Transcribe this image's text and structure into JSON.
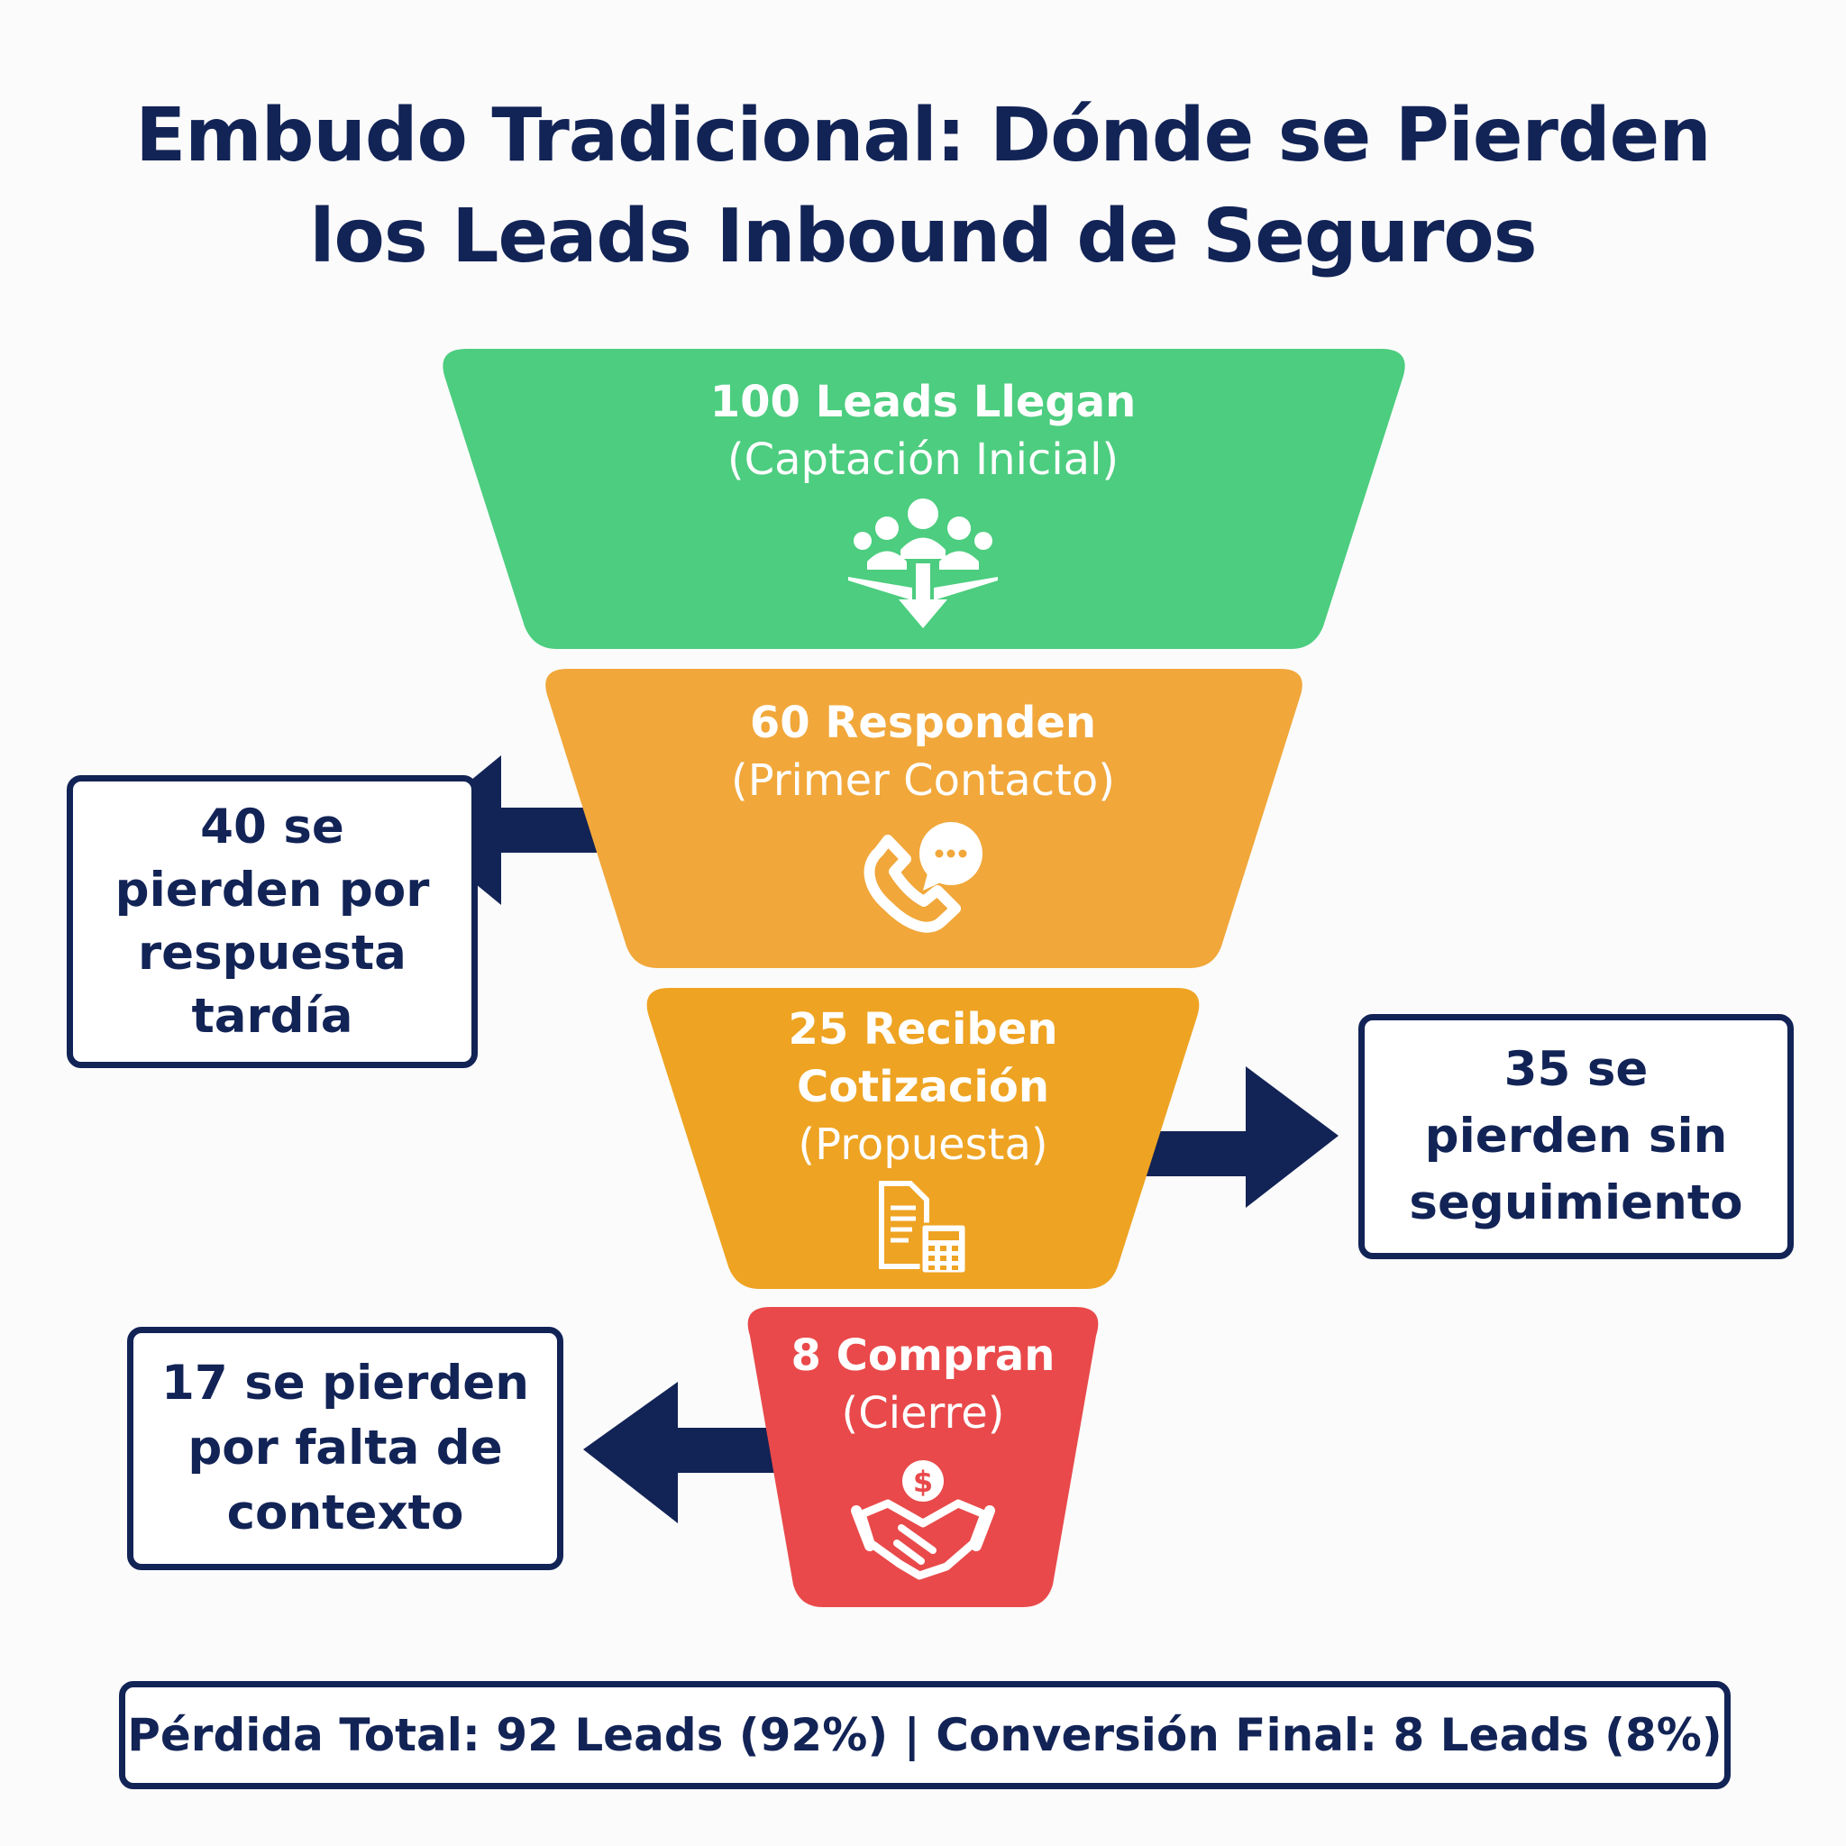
{
  "title": {
    "line1": "Embudo Tradicional: Dónde se Pierden",
    "line2": "los Leads Inbound de Seguros"
  },
  "stages": [
    {
      "label": "100 Leads Llegan",
      "sub": "(Captación Inicial)",
      "color": "#4ccd7f",
      "icon": "people-down-arrow-icon"
    },
    {
      "label": "60 Responden",
      "sub": "(Primer Contacto)",
      "color": "#f1a73a",
      "icon": "phone-chat-icon"
    },
    {
      "label1": "25 Reciben",
      "label2": "Cotización",
      "sub": "(Propuesta)",
      "color": "#eea322",
      "icon": "document-calculator-icon"
    },
    {
      "label": "8 Compran",
      "sub": "(Cierre)",
      "color": "#e9494a",
      "icon": "handshake-dollar-icon"
    }
  ],
  "losses": [
    {
      "lines": [
        "40 se",
        "pierden por",
        "respuesta",
        "tardía"
      ]
    },
    {
      "lines": [
        "35 se",
        "pierden sin",
        "seguimiento"
      ]
    },
    {
      "lines": [
        "17 se pierden",
        "por falta de",
        "contexto"
      ]
    }
  ],
  "summary": "Pérdida Total: 92 Leads (92%) | Conversión Final: 8 Leads (8%)",
  "colors": {
    "navy": "#122356",
    "background": "#fbfbfb"
  }
}
